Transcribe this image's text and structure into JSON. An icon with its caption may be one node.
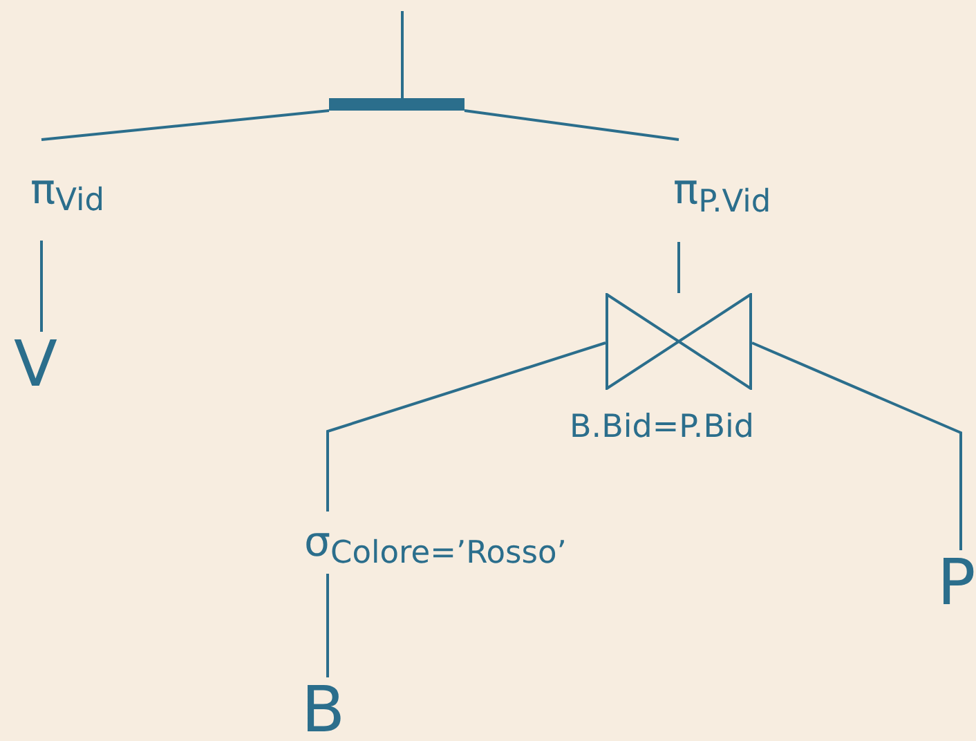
{
  "diagram": {
    "nodes": [
      {
        "text": [],
        "shape": "bar"
      },
      {
        "text": [
          "π$_{Vid}$"
        ]
      },
      {
        "text": [
          "V"
        ]
      },
      {
        "text": [
          "π$_{P.Vid}$"
        ]
      },
      {
        "text": [],
        "shape": "bowtie",
        "beside": [
          "B.Bid=P.Bid"
        ]
      },
      {
        "text": [
          "σ$_{Colore=’Rosso’}$"
        ]
      },
      {
        "text": [
          "B"
        ]
      },
      {
        "text": [
          "P"
        ]
      }
    ],
    "edges": [
      {
        "from": null,
        "to": 0,
        "arrow": "none"
      },
      {
        "from": 0,
        "to": 1,
        "arrow": "none"
      },
      {
        "from": 0,
        "to": 3,
        "arrow": "none"
      },
      {
        "from": 1,
        "to": 2,
        "arrow": "none"
      },
      {
        "from": 3,
        "to": 4,
        "arrow": "none"
      },
      {
        "from": 4,
        "to": 5,
        "arrow": "none"
      },
      {
        "from": 4,
        "to": 7,
        "arrow": "none"
      },
      {
        "from": 5,
        "to": 6,
        "arrow": "none"
      }
    ]
  }
}
